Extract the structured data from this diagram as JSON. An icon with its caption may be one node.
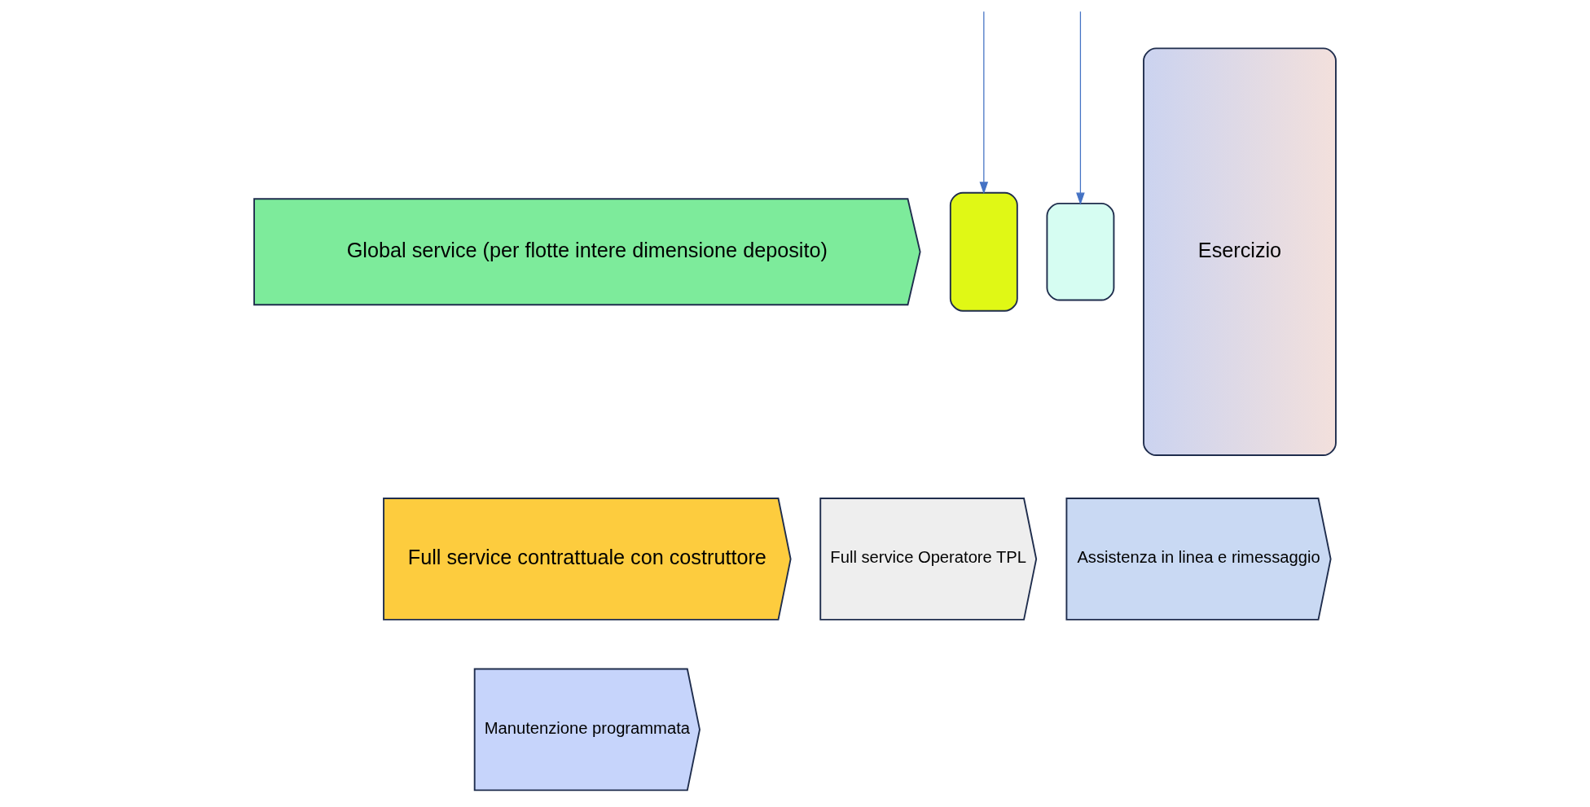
{
  "diagram": {
    "nodes": [
      {
        "text": [
          "Global service (per flotte intere dimensione deposito)"
        ]
      },
      {
        "text": [],
        "shape": "box"
      },
      {
        "text": [],
        "shape": "box"
      },
      {
        "text": [
          "Full service contrattuale con costruttore"
        ]
      },
      {
        "text": [
          "Full service Operatore TPL"
        ]
      },
      {
        "text": [
          "Assistenza in linea e rimessaggio"
        ]
      },
      {
        "text": [
          "Manutenzione programmata"
        ]
      },
      {
        "text": [
          "Esercizio"
        ]
      }
    ],
    "edges": [
      {
        "from": null,
        "to": 1,
        "arrow": "to"
      },
      {
        "from": null,
        "to": 2,
        "arrow": "to"
      }
    ]
  }
}
